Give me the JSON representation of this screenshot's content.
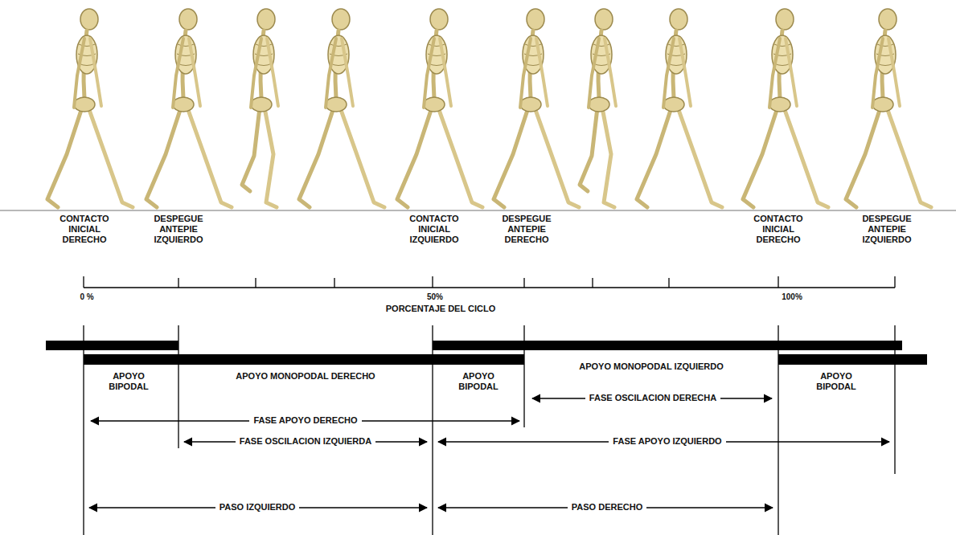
{
  "diagram": {
    "labels": [
      "CONTACTO INICIAL DERECHO",
      "DESPEGUE ANTEPIE IZQUIERDO",
      "CONTACTO INICIAL IZQUIERDO",
      "DESPEGUE ANTEPIE DERECHO",
      "CONTACTO INICIAL DERECHO",
      "DESPEGUE ANTEPIE IZQUIERDO",
      "0 %",
      "50%",
      "100%",
      "PORCENTAJE DEL CICLO",
      "APOYO BIPODAL",
      "APOYO MONOPODAL DERECHO",
      "APOYO BIPODAL",
      "APOYO MONOPODAL IZQUIERDO",
      "APOYO BIPODAL",
      "FASE APOYO DERECHO",
      "FASE OSCILACION DERECHA",
      "FASE OSCILACION IZQUIERDA",
      "FASE APOYO IZQUIERDO",
      "PASO IZQUIERDO",
      "PASO DERECHO"
    ]
  }
}
